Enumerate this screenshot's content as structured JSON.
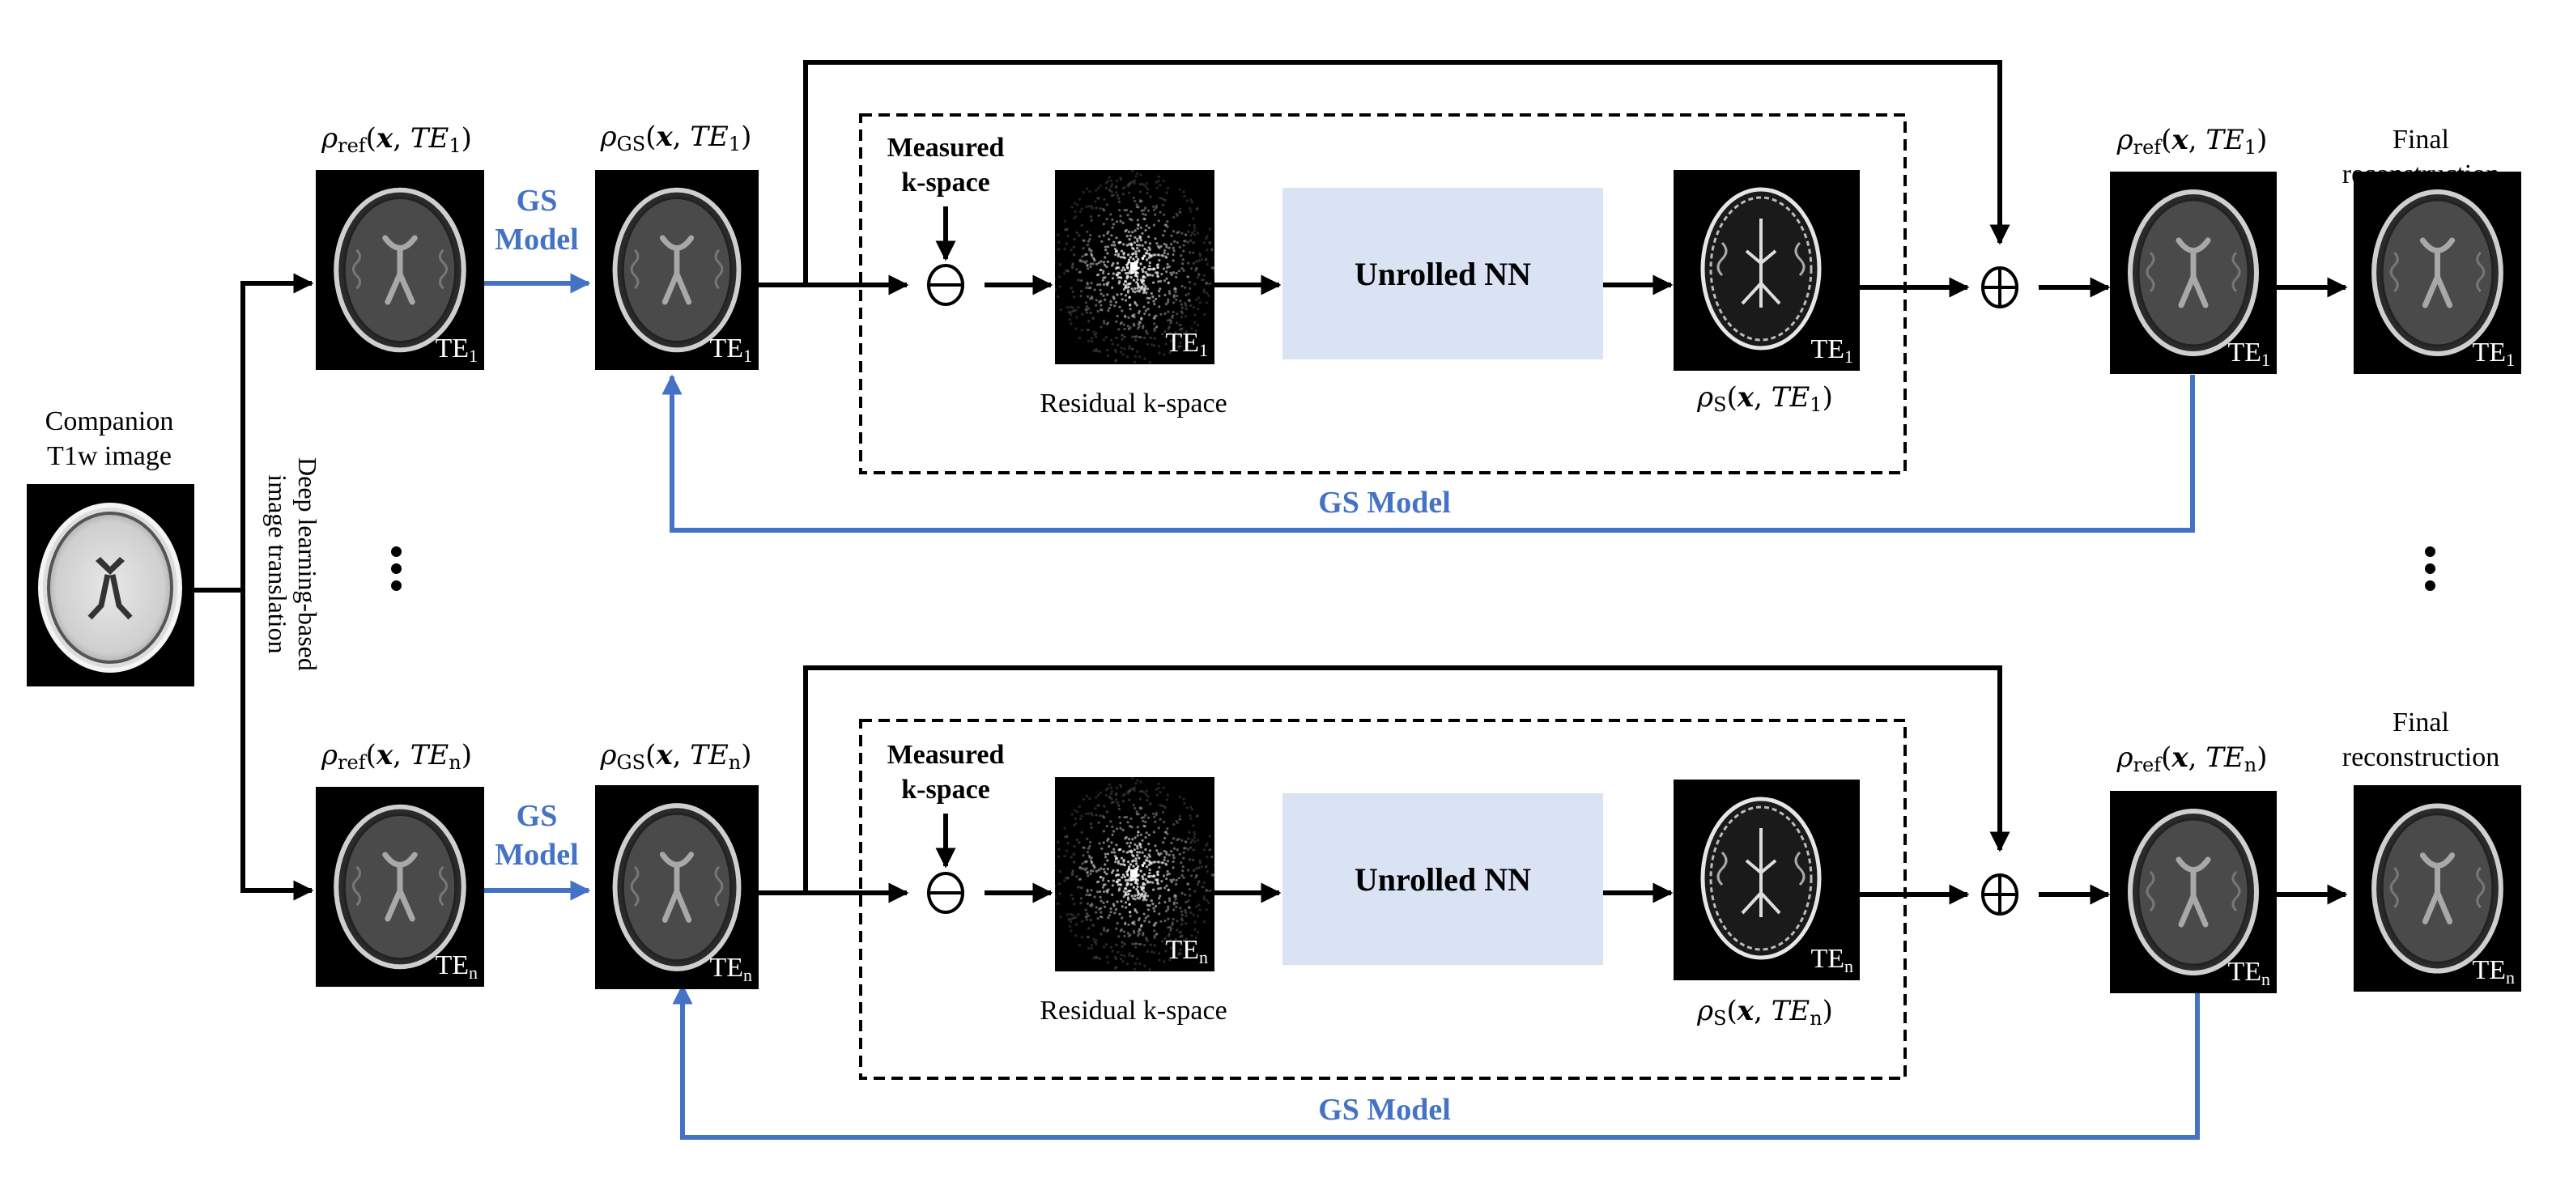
{
  "colors": {
    "arrow_black": "#000000",
    "gs_model_blue": "#4472C4",
    "unrolled_nn_fill": "#DAE3F3",
    "image_background": "#000000"
  },
  "left": {
    "companion_label_line1": "Companion",
    "companion_label_line2": "T1w image",
    "translation_label_line1": "Deep learning-based",
    "translation_label_line2": "image translation"
  },
  "rows": [
    {
      "id": "te1",
      "te_tag": "TE",
      "te_sub": "1",
      "rho_ref_label": {
        "symbol": "ρ",
        "sub": "ref",
        "arg_x": "x",
        "arg_te": "TE",
        "arg_sub": "1"
      },
      "rho_gs_label": {
        "symbol": "ρ",
        "sub": "GS",
        "arg_x": "x",
        "arg_te": "TE",
        "arg_sub": "1"
      },
      "rho_s_label": {
        "symbol": "ρ",
        "sub": "S",
        "arg_x": "x",
        "arg_te": "TE",
        "arg_sub": "1"
      },
      "rho_ref_out_label": {
        "symbol": "ρ",
        "sub": "ref",
        "arg_x": "x",
        "arg_te": "TE",
        "arg_sub": "1"
      },
      "gs_model_arrow_line1": "GS",
      "gs_model_arrow_line2": "Model",
      "measured_line1": "Measured",
      "measured_line2": "k-space",
      "residual_label": "Residual k-space",
      "unrolled_nn": "Unrolled NN",
      "feedback_label": "GS  Model",
      "final_line1": "Final",
      "final_line2": "reconstruction",
      "subtract_symbol": "⊖",
      "add_symbol": "⊕"
    },
    {
      "id": "ten",
      "te_tag": "TE",
      "te_sub": "n",
      "rho_ref_label": {
        "symbol": "ρ",
        "sub": "ref",
        "arg_x": "x",
        "arg_te": "TE",
        "arg_sub": "n"
      },
      "rho_gs_label": {
        "symbol": "ρ",
        "sub": "GS",
        "arg_x": "x",
        "arg_te": "TE",
        "arg_sub": "n"
      },
      "rho_s_label": {
        "symbol": "ρ",
        "sub": "S",
        "arg_x": "x",
        "arg_te": "TE",
        "arg_sub": "n"
      },
      "rho_ref_out_label": {
        "symbol": "ρ",
        "sub": "ref",
        "arg_x": "x",
        "arg_te": "TE",
        "arg_sub": "n"
      },
      "gs_model_arrow_line1": "GS",
      "gs_model_arrow_line2": "Model",
      "measured_line1": "Measured",
      "measured_line2": "k-space",
      "residual_label": "Residual k-space",
      "unrolled_nn": "Unrolled NN",
      "feedback_label": "GS  Model",
      "final_line1": "Final",
      "final_line2": "reconstruction",
      "subtract_symbol": "⊖",
      "add_symbol": "⊕"
    }
  ],
  "icons": {
    "ellipsis": "vertical-ellipsis-icon",
    "subtract": "circled-minus-icon",
    "add": "circled-plus-icon"
  }
}
